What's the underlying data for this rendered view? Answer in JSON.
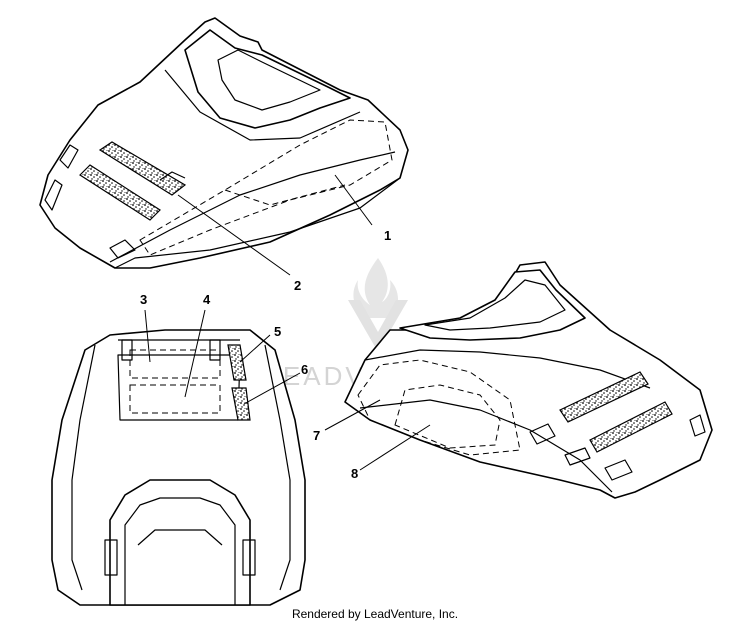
{
  "callouts": {
    "c1": "1",
    "c2": "2",
    "c3": "3",
    "c4": "4",
    "c5": "5",
    "c6": "6",
    "c7": "7",
    "c8": "8"
  },
  "watermark": "LEADVENTURE",
  "credit": "Rendered by LeadVenture, Inc."
}
